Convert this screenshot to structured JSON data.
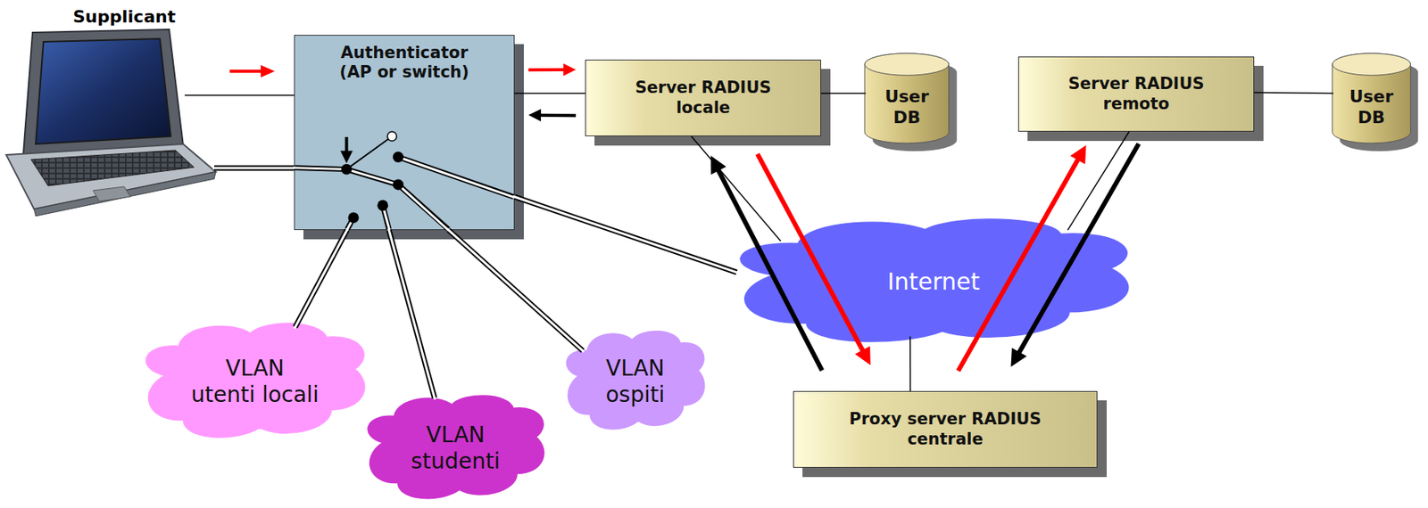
{
  "diagram": {
    "nodes": [
      {
        "text": [
          "Authenticator (AP or switch)"
        ]
      },
      {
        "text": [
          "Server RADIUS locale"
        ]
      },
      {
        "text": [
          "User DB"
        ]
      },
      {
        "text": [
          "Server RADIUS remoto"
        ]
      },
      {
        "text": [
          "User DB"
        ]
      },
      {
        "text": [
          "Internet"
        ]
      },
      {
        "text": [
          "VLAN utenti locali"
        ]
      },
      {
        "text": [
          "VLAN studenti"
        ]
      },
      {
        "text": [
          "VLAN ospiti"
        ]
      },
      {
        "text": [
          "Proxy server RADIUS centrale"
        ]
      }
    ],
    "edges": [
      {
        "from": 0,
        "to": 1,
        "arrow": "none"
      },
      {
        "from": 0,
        "to": 1,
        "arrow": "to"
      },
      {
        "from": 1,
        "to": 0,
        "arrow": "to"
      },
      {
        "from": 1,
        "to": 2,
        "arrow": "none"
      },
      {
        "from": 3,
        "to": 4,
        "arrow": "none"
      },
      {
        "from": 1,
        "to": 5,
        "arrow": "none"
      },
      {
        "from": 3,
        "to": 5,
        "arrow": "none"
      },
      {
        "from": 9,
        "to": 5,
        "arrow": "none"
      },
      {
        "from": 0,
        "to": 5,
        "arrow": "none"
      },
      {
        "from": 0,
        "to": 6,
        "arrow": "none"
      },
      {
        "from": 0,
        "to": 7,
        "arrow": "none"
      },
      {
        "from": 0,
        "to": 8,
        "arrow": "none"
      },
      {
        "from": 9,
        "to": 1,
        "arrow": "to"
      },
      {
        "from": 1,
        "to": 9,
        "arrow": "to"
      },
      {
        "from": 9,
        "to": 3,
        "arrow": "to"
      },
      {
        "from": 3,
        "to": 9,
        "arrow": "to"
      }
    ],
    "labels": [
      "Supplicant"
    ]
  }
}
